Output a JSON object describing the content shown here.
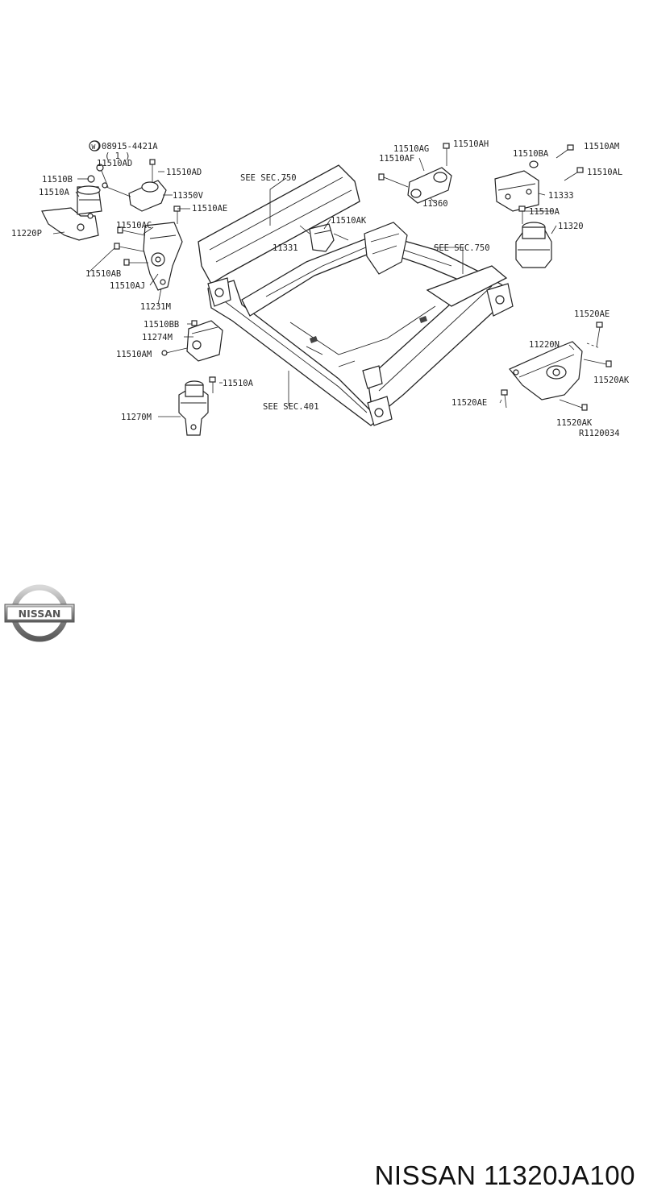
{
  "labels": {
    "l_08915": "08915-4421A",
    "l_qty": "( 1 )",
    "l_11510AD_a": "11510AD",
    "l_11510AD_b": "11510AD",
    "l_11510B": "11510B",
    "l_11510A_1": "11510A",
    "l_11350V": "11350V",
    "l_11510AE": "11510AE",
    "l_11220P": "11220P",
    "l_11510AC": "11510AC",
    "l_11510AB": "11510AB",
    "l_11510AJ": "11510AJ",
    "l_11231M": "11231M",
    "l_11510BB": "11510BB",
    "l_11274M": "11274M",
    "l_11510AM_1": "11510AM",
    "l_11510A_2": "11510A",
    "l_11270M": "11270M",
    "l_sec750_1": "SEE SEC.750",
    "l_sec750_2": "SEE SEC.750",
    "l_sec401": "SEE SEC.401",
    "l_11510AK": "11510AK",
    "l_11331": "11331",
    "l_11510AG": "11510AG",
    "l_11510AH": "11510AH",
    "l_11510AF": "11510AF",
    "l_11360": "11360",
    "l_11510BA": "11510BA",
    "l_11510AM_2": "11510AM",
    "l_11510AL": "11510AL",
    "l_11333": "11333",
    "l_11510A_3": "11510A",
    "l_11320": "11320",
    "l_11520AE_1": "11520AE",
    "l_11220N": "11220N",
    "l_11520AK_1": "11520AK",
    "l_11520AE_2": "11520AE",
    "l_11520AK_2": "11520AK",
    "l_ref": "R1120034"
  },
  "washer_symbol": "W",
  "brand": {
    "logo_text": "NISSAN",
    "logo_color": "#9a9a9a"
  },
  "title": "NISSAN 11320JA100"
}
